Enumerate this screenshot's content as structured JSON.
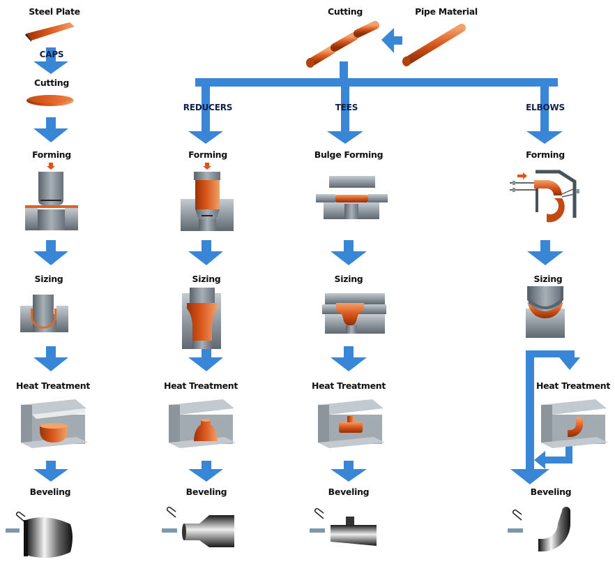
{
  "colors": {
    "arrow": "#3a86d6",
    "copper": "#d2531a",
    "copper_light": "#f29a5a",
    "steel": "#7d8790",
    "steel_light": "#c9cfd4",
    "steel_dark": "#4c545b",
    "label": "#111111",
    "category_label": "#10204a"
  },
  "top_labels": {
    "steel_plate": "Steel Plate",
    "pipe_material": "Pipe Material",
    "pipe_cutting": "Cutting"
  },
  "columns": [
    {
      "id": "caps",
      "category": "CAPS",
      "steps": [
        "Cutting",
        "Forming",
        "Sizing",
        "Heat Treatment",
        "Beveling"
      ],
      "source": "Steel Plate"
    },
    {
      "id": "reducers",
      "category": "REDUCERS",
      "steps": [
        "Forming",
        "Sizing",
        "Heat Treatment",
        "Beveling"
      ],
      "source": "Pipe Material"
    },
    {
      "id": "tees",
      "category": "TEES",
      "steps": [
        "Bulge Forming",
        "Sizing",
        "Heat Treatment",
        "Beveling"
      ],
      "source": "Pipe Material"
    },
    {
      "id": "elbows",
      "category": "ELBOWS",
      "steps": [
        "Forming",
        "Sizing",
        "Heat Treatment",
        "Beveling"
      ],
      "source": "Pipe Material",
      "note": "Heat Treatment is an optional branch before Beveling"
    }
  ]
}
